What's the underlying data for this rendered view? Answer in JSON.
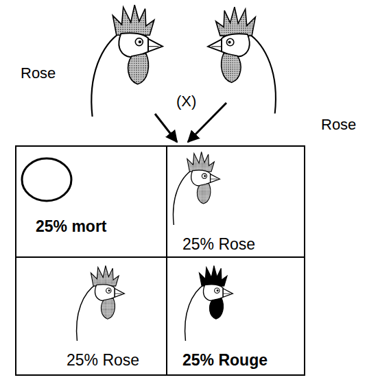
{
  "diagram": {
    "nodes": [
      {
        "text": [
          "25% mort"
        ]
      },
      {
        "text": [
          "25% Rose"
        ]
      },
      {
        "text": [
          "25% Rose"
        ]
      },
      {
        "text": [
          "25% Rouge"
        ]
      }
    ],
    "labels": [
      "Rose",
      "(X)",
      "Rose"
    ]
  }
}
